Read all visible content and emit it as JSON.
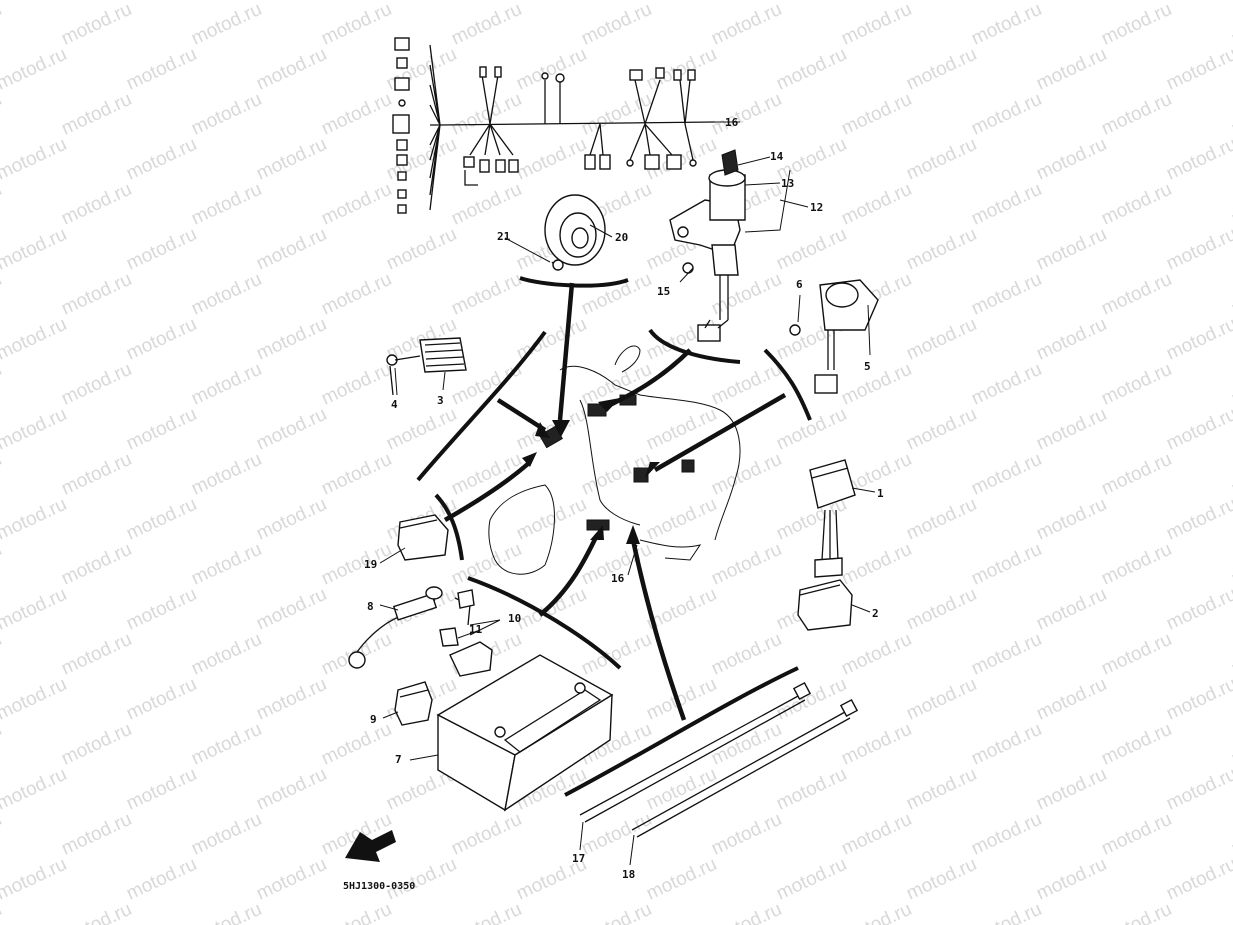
{
  "diagram": {
    "watermark_text": "motod.ru",
    "code": "5HJ1300-0350",
    "callouts": [
      {
        "id": "c1",
        "text": "1"
      },
      {
        "id": "c2",
        "text": "2"
      },
      {
        "id": "c3",
        "text": "3"
      },
      {
        "id": "c4",
        "text": "4"
      },
      {
        "id": "c5",
        "text": "5"
      },
      {
        "id": "c6",
        "text": "6"
      },
      {
        "id": "c7",
        "text": "7"
      },
      {
        "id": "c8",
        "text": "8"
      },
      {
        "id": "c9",
        "text": "9"
      },
      {
        "id": "c10",
        "text": "10"
      },
      {
        "id": "c11",
        "text": "11"
      },
      {
        "id": "c12",
        "text": "12"
      },
      {
        "id": "c13",
        "text": "13"
      },
      {
        "id": "c14",
        "text": "14"
      },
      {
        "id": "c15",
        "text": "15"
      },
      {
        "id": "c16a",
        "text": "16"
      },
      {
        "id": "c16b",
        "text": "16"
      },
      {
        "id": "c17",
        "text": "17"
      },
      {
        "id": "c18",
        "text": "18"
      },
      {
        "id": "c19",
        "text": "19"
      },
      {
        "id": "c20",
        "text": "20"
      },
      {
        "id": "c21",
        "text": "21"
      }
    ]
  }
}
